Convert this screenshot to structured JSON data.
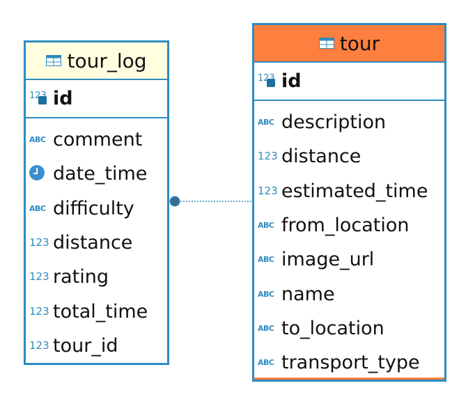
{
  "entities": {
    "tour_log": {
      "name": "tour_log",
      "primary_key": {
        "name": "id",
        "icon": "numeric-key-icon"
      },
      "columns": [
        {
          "name": "comment",
          "type": "abc",
          "icon_text": "ABC"
        },
        {
          "name": "date_time",
          "type": "datetime",
          "icon_text": ""
        },
        {
          "name": "difficulty",
          "type": "abc",
          "icon_text": "ABC"
        },
        {
          "name": "distance",
          "type": "num",
          "icon_text": "123"
        },
        {
          "name": "rating",
          "type": "num",
          "icon_text": "123"
        },
        {
          "name": "total_time",
          "type": "num",
          "icon_text": "123"
        },
        {
          "name": "tour_id",
          "type": "num",
          "icon_text": "123"
        }
      ]
    },
    "tour": {
      "name": "tour",
      "primary_key": {
        "name": "id",
        "icon": "numeric-key-icon"
      },
      "columns": [
        {
          "name": "description",
          "type": "abc",
          "icon_text": "ABC"
        },
        {
          "name": "distance",
          "type": "num",
          "icon_text": "123"
        },
        {
          "name": "estimated_time",
          "type": "num",
          "icon_text": "123"
        },
        {
          "name": "from_location",
          "type": "abc",
          "icon_text": "ABC"
        },
        {
          "name": "image_url",
          "type": "abc",
          "icon_text": "ABC"
        },
        {
          "name": "name",
          "type": "abc",
          "icon_text": "ABC"
        },
        {
          "name": "to_location",
          "type": "abc",
          "icon_text": "ABC"
        },
        {
          "name": "transport_type",
          "type": "abc",
          "icon_text": "ABC"
        }
      ]
    }
  },
  "relationship": {
    "from": "tour_log",
    "to": "tour",
    "style": "dotted"
  },
  "colors": {
    "border": "#2e8bc0",
    "tour_log_header": "#ffffdf",
    "tour_header": "#ff7f3f"
  }
}
